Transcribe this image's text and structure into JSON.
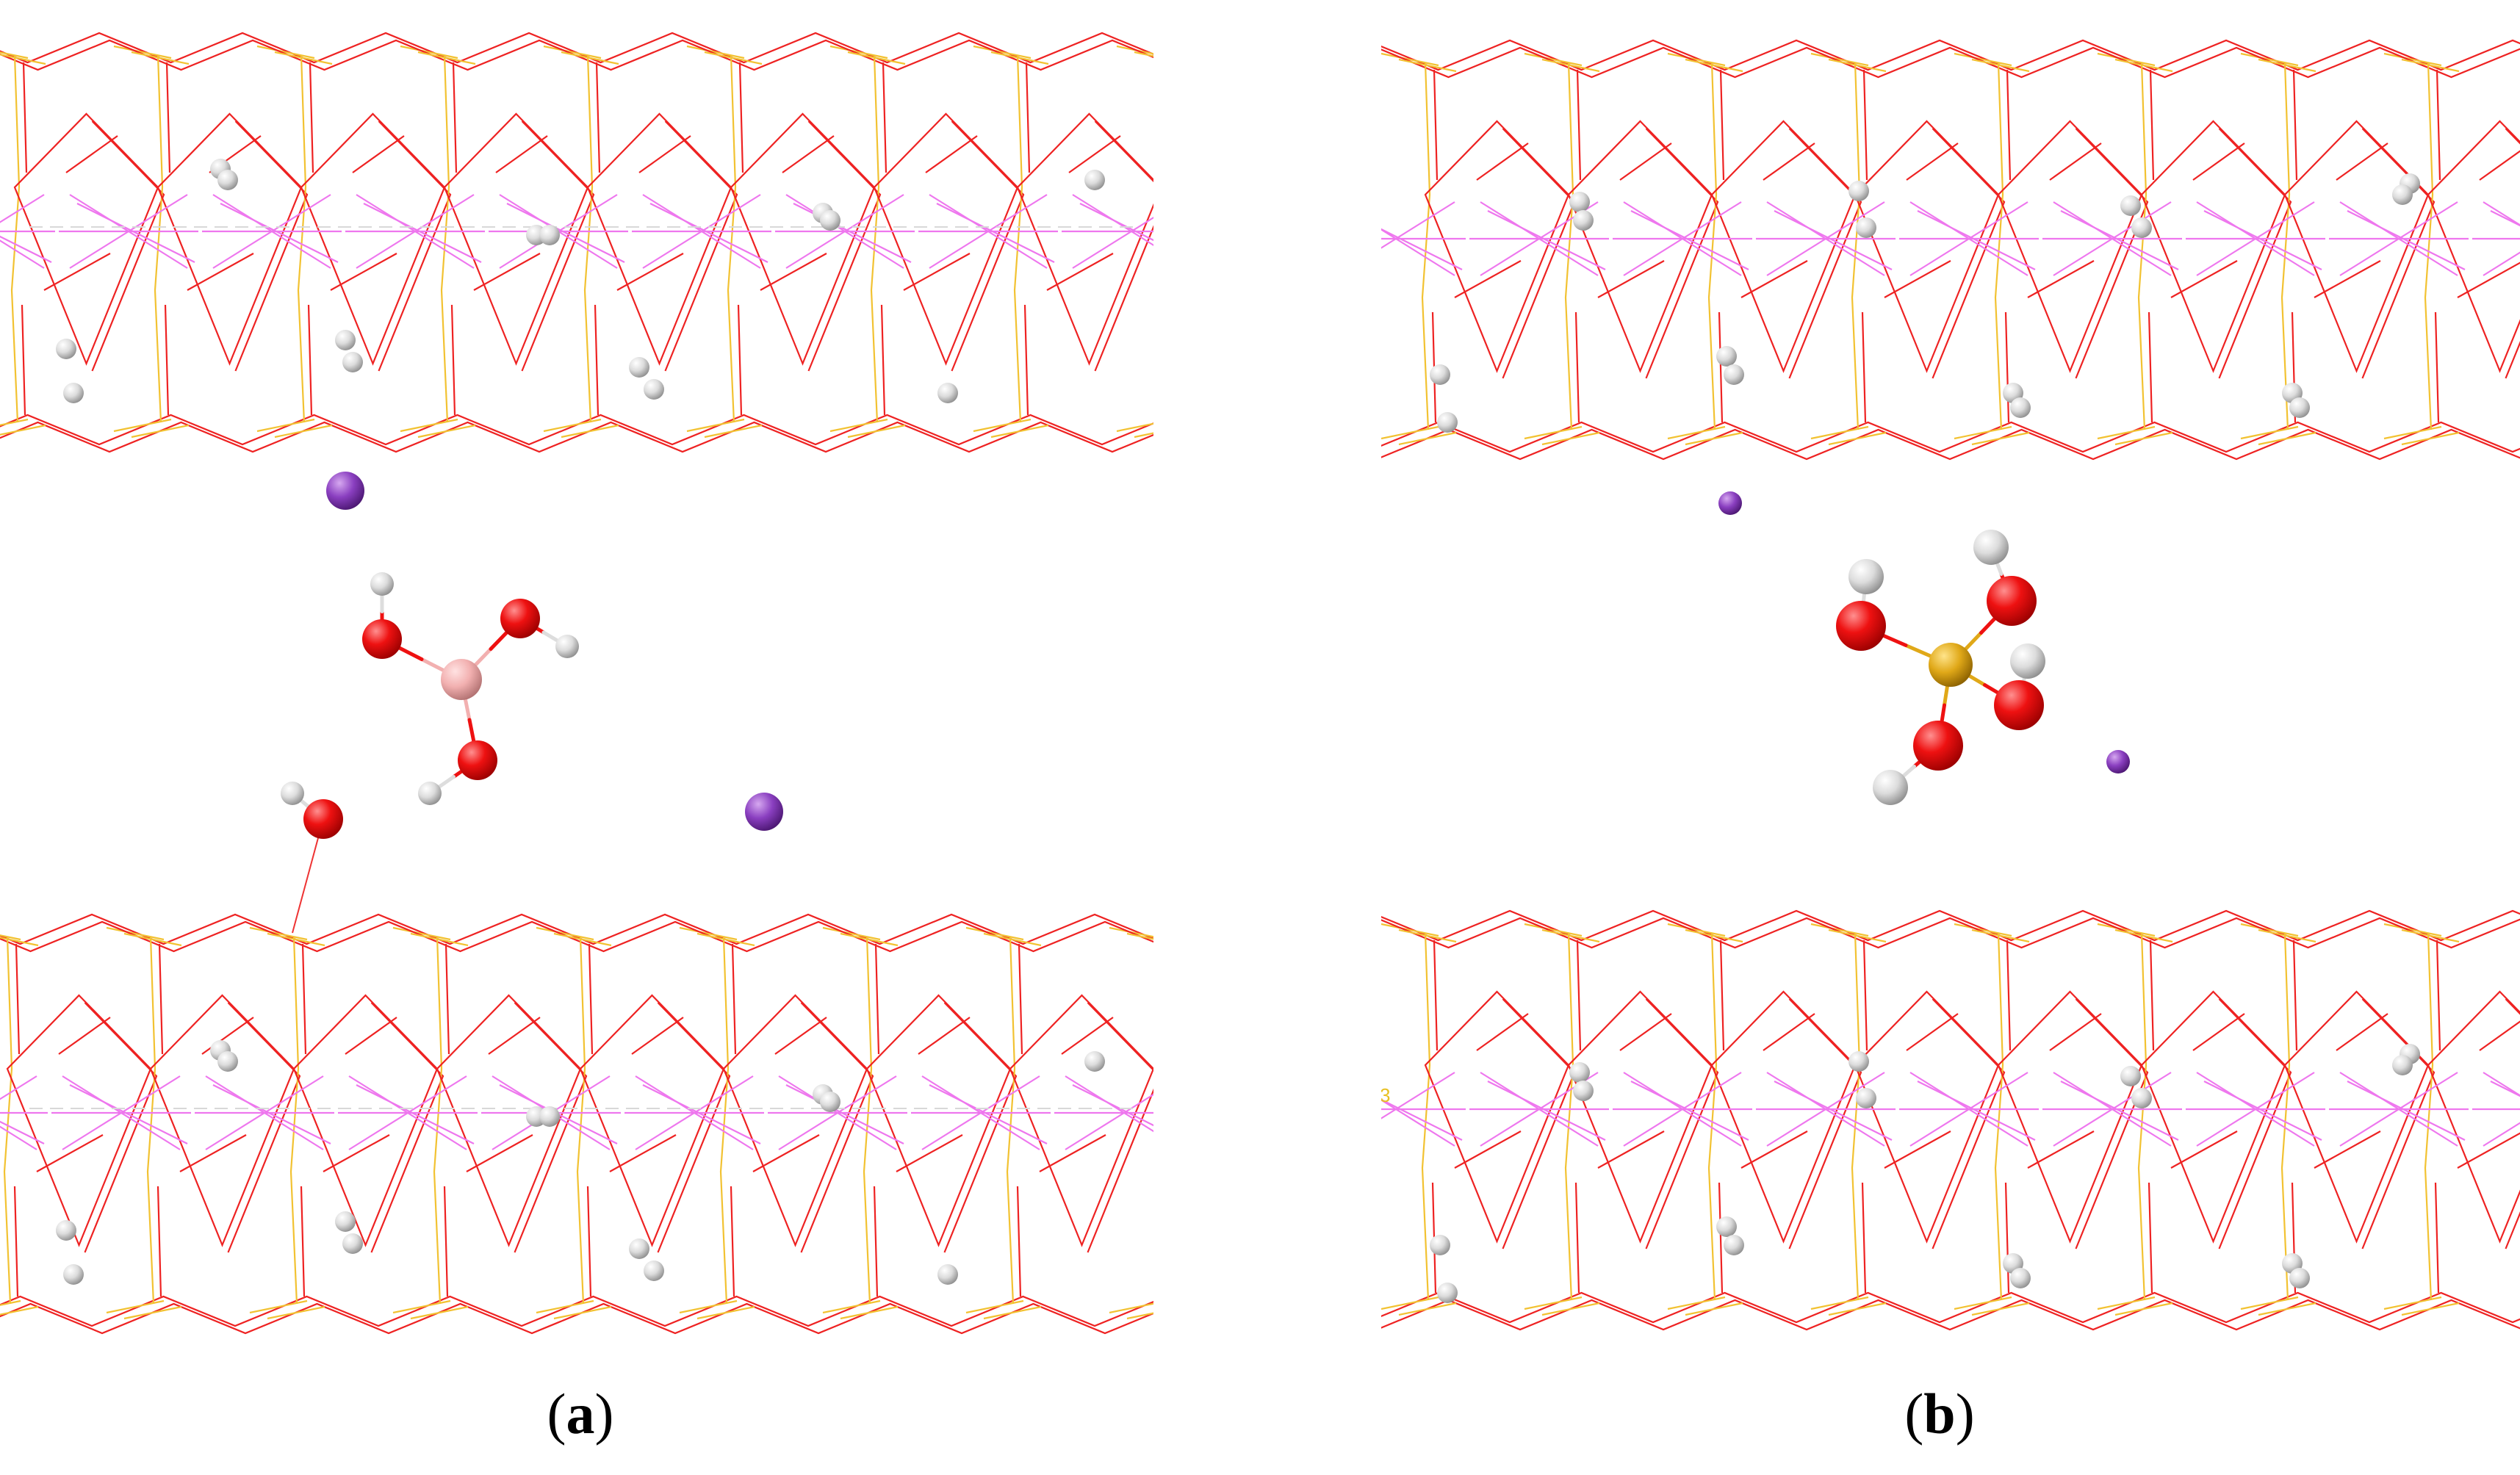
{
  "panels": [
    {
      "id": "a",
      "caption_letter": "a",
      "molecule": "boric-acid",
      "colors": {
        "oxygen": "#ee1111",
        "hydrogen": "#e8e8e8",
        "boron": "#f2b0b0",
        "potassium": "#8a3fc0"
      }
    },
    {
      "id": "b",
      "caption_letter": "b",
      "molecule": "silicic-acid",
      "colors": {
        "oxygen": "#ee1111",
        "hydrogen": "#e8e8e8",
        "silicon": "#e0a818",
        "potassium": "#8a3fc0"
      }
    }
  ],
  "framework_colors": {
    "oxygen": "#ee2222",
    "silicon": "#f2c232",
    "magnesium": "#ee77ee"
  },
  "stray_label_b": "3"
}
